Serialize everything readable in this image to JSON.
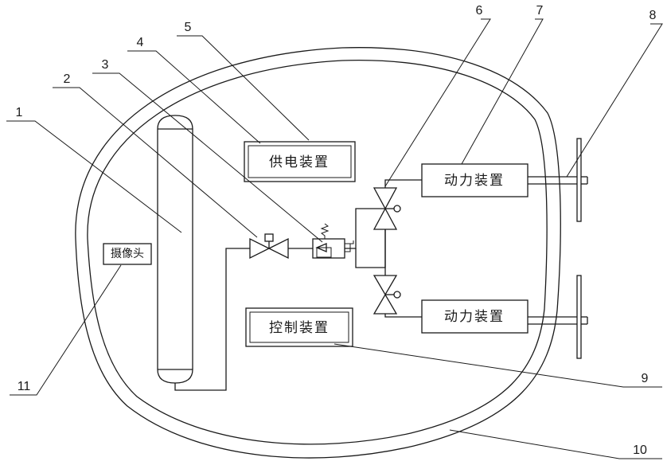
{
  "components": {
    "power_supply": "供电装置",
    "control_device": "控制装置",
    "power_device_top": "动力装置",
    "power_device_bottom": "动力装置",
    "camera": "摄像头"
  },
  "callouts": [
    "1",
    "2",
    "3",
    "4",
    "5",
    "6",
    "7",
    "8",
    "9",
    "10",
    "11"
  ]
}
